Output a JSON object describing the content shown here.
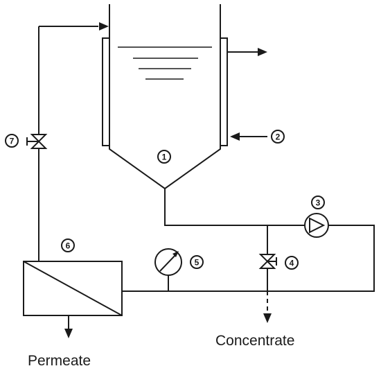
{
  "components": {
    "tank": "1",
    "jacket_inlet": "2",
    "pump": "3",
    "concentrate_valve": "4",
    "pressure_gauge": "5",
    "membrane_module": "6",
    "permeate_valve": "7"
  },
  "labels": {
    "concentrate": "Concentrate",
    "permeate": "Permeate"
  }
}
